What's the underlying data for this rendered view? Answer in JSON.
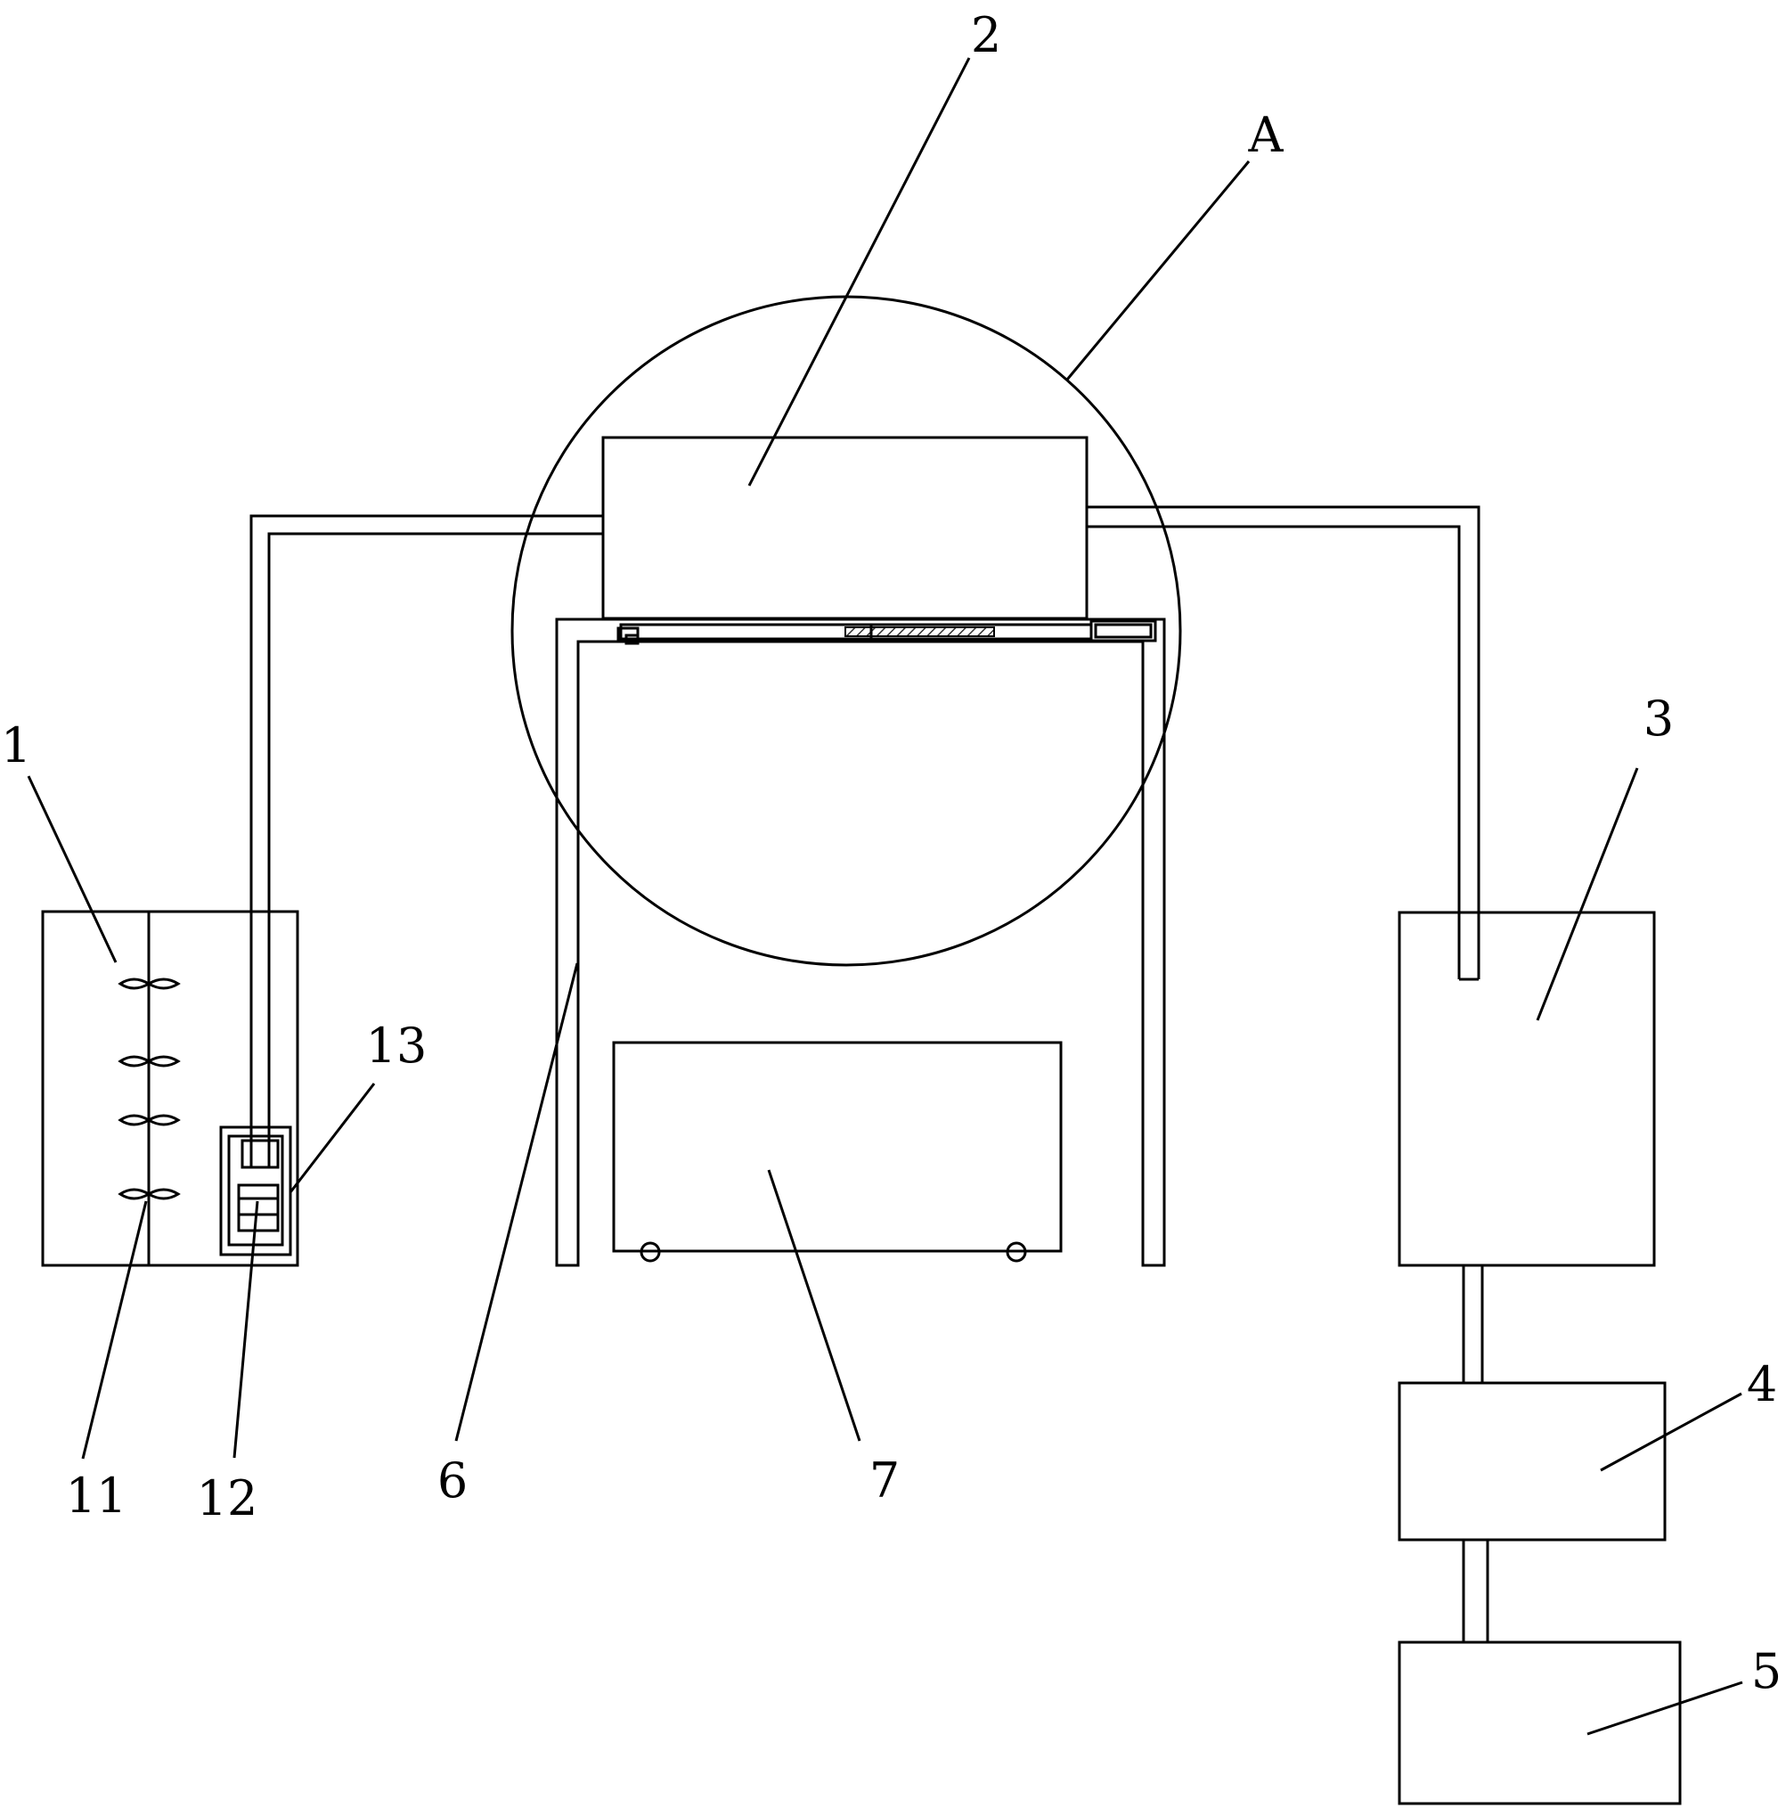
{
  "colors": {
    "ink": "#000000",
    "background": "#ffffff",
    "hatch": "#333333"
  },
  "labels": {
    "detail_a": "A",
    "tank_1": "1",
    "unit_2": "2",
    "tank_3": "3",
    "unit_4": "4",
    "unit_5": "5",
    "frame_6": "6",
    "cart_7": "7",
    "stirrer_11": "11",
    "pump_12": "12",
    "filter_13": "13"
  }
}
